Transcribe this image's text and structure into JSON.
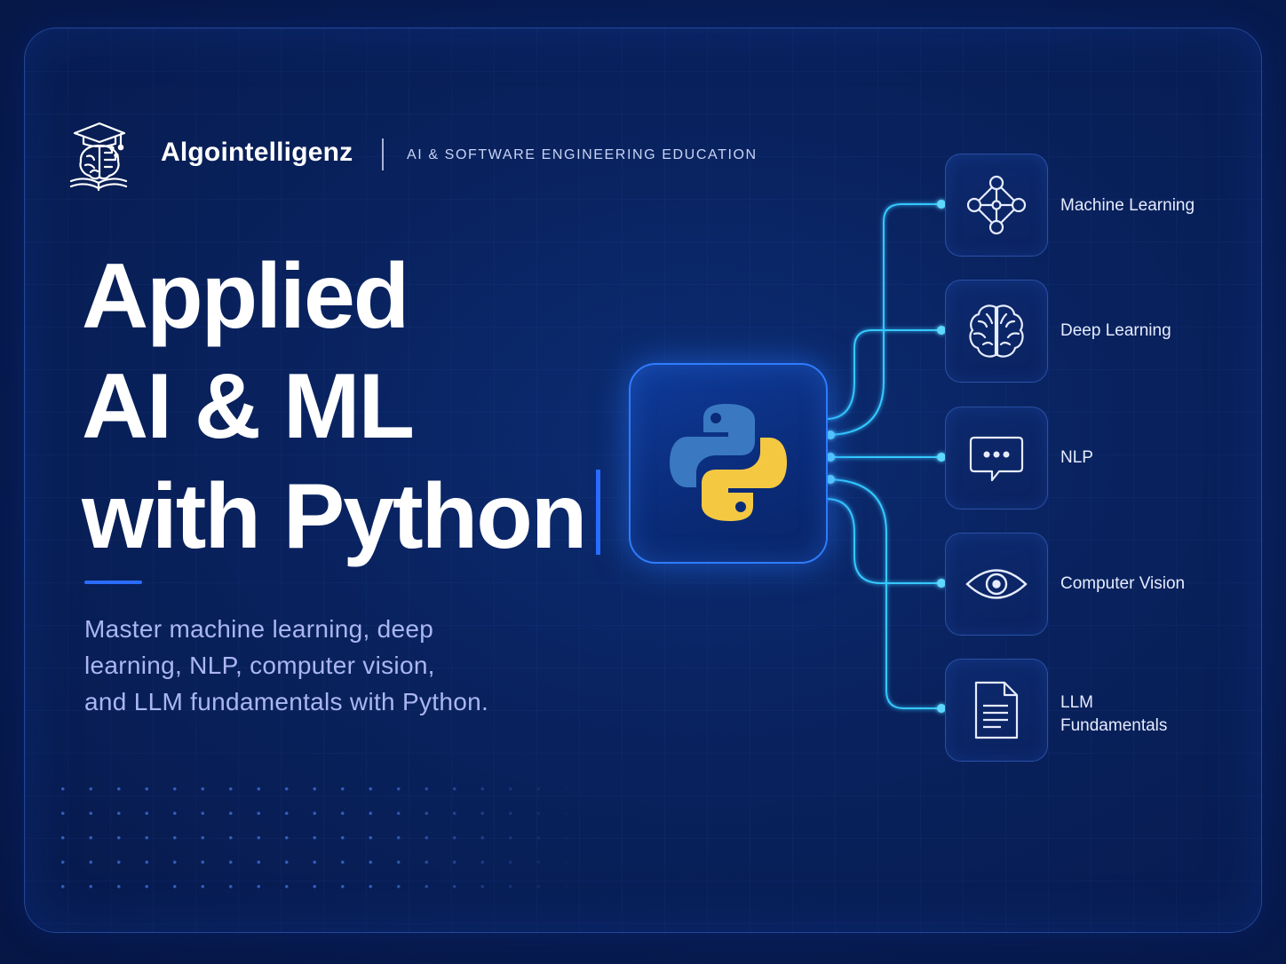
{
  "brand": {
    "name": "Algointelligenz",
    "tagline": "AI & SOFTWARE ENGINEERING EDUCATION",
    "logo_icon": "graduation-cap-brain-book-icon"
  },
  "hero": {
    "title_line1": "Applied",
    "title_line2": "AI & ML",
    "title_line3": "with Python",
    "subtitle_line1": "Master machine learning, deep",
    "subtitle_line2": "learning, NLP, computer vision,",
    "subtitle_line3": "and LLM fundamentals with Python."
  },
  "hub": {
    "icon": "python-logo-icon"
  },
  "topics": [
    {
      "label": "Machine Learning",
      "icon": "network-nodes-icon"
    },
    {
      "label": "Deep Learning",
      "icon": "brain-icon"
    },
    {
      "label": "NLP",
      "icon": "chat-bubble-icon"
    },
    {
      "label": "Computer Vision",
      "icon": "eye-icon"
    },
    {
      "label_line1": "LLM",
      "label_line2": "Fundamentals",
      "icon": "document-icon"
    }
  ],
  "colors": {
    "background": "#071a4c",
    "accent": "#2a6cff",
    "connector": "#35c8ff",
    "python_blue": "#3a78c2",
    "python_yellow": "#f5c842",
    "text_primary": "#ffffff",
    "text_secondary": "#aab6f2"
  }
}
